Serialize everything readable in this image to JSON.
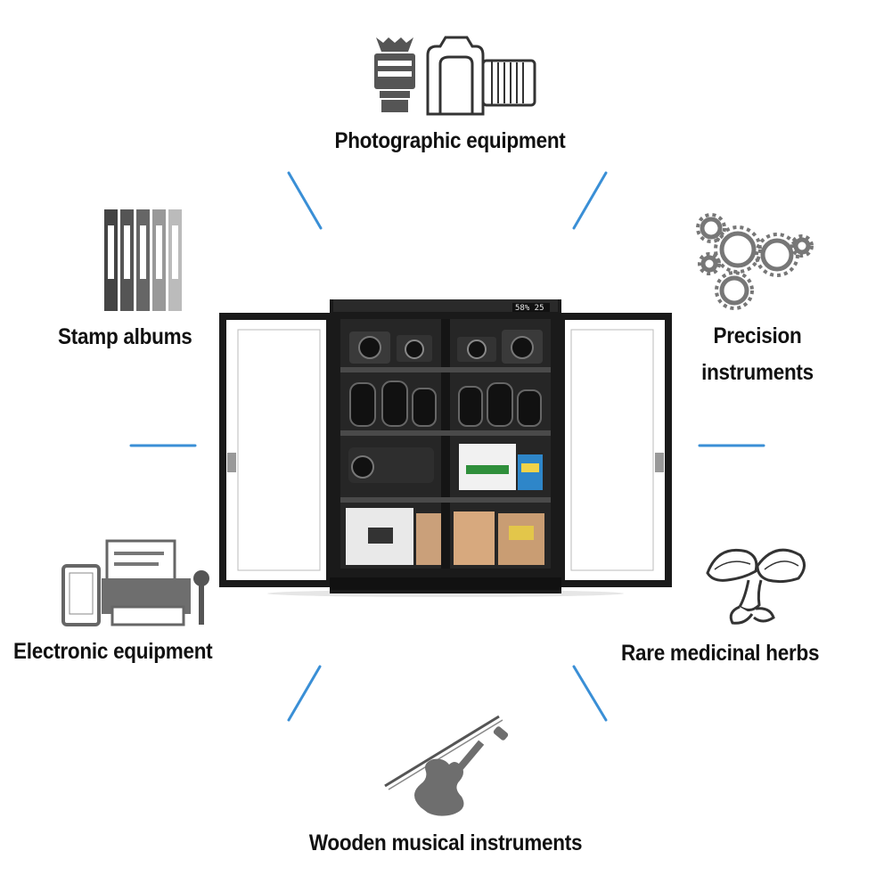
{
  "labels": {
    "photographic": "Photographic equipment",
    "stamp": "Stamp albums",
    "precision_line1": "Precision",
    "precision_line2": "instruments",
    "electronic": "Electronic equipment",
    "herbs": "Rare medicinal herbs",
    "wooden": "Wooden musical instruments"
  },
  "cabinet": {
    "display": "58% 25"
  },
  "icons": {
    "photographic": "camera-lens-icon",
    "stamp": "binder-albums-icon",
    "precision": "gears-icon",
    "electronic": "tablet-printer-microphone-icon",
    "herbs": "lingzhi-mushroom-icon",
    "wooden": "violin-bow-icon"
  },
  "colors": {
    "connector": "#3a8fd6",
    "text": "#111111",
    "icon_gray": "#6e6e6e",
    "cabinet_frame": "#1a1a1a"
  }
}
